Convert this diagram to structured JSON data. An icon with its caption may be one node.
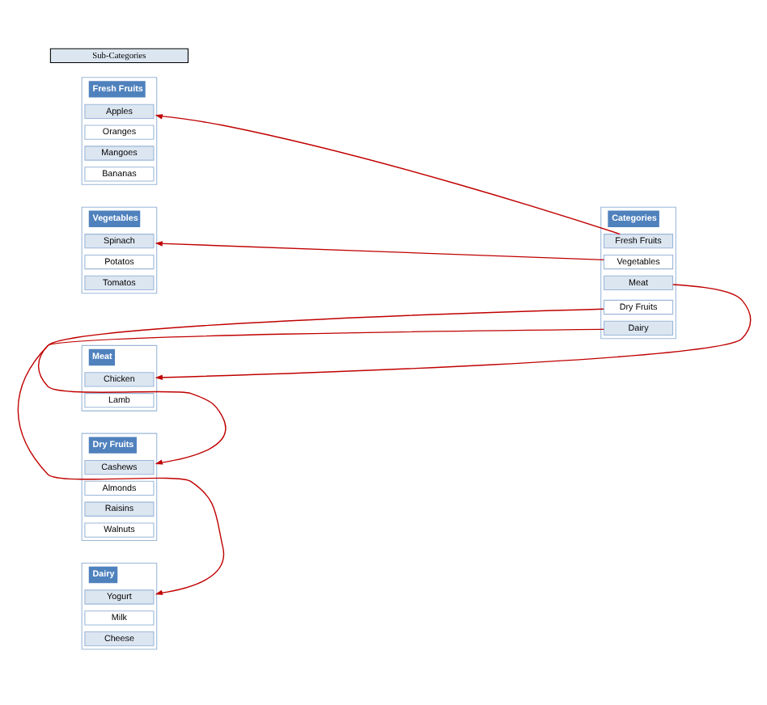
{
  "diagram": {
    "nodes": [
      {
        "text": [
          "Sub-Categories"
        ]
      },
      {
        "text": [
          "Categories"
        ]
      },
      {
        "text": [
          "Fresh Fruits"
        ],
        "in": 1
      },
      {
        "text": [
          "Vegetables"
        ],
        "in": 1
      },
      {
        "text": [
          "Meat"
        ],
        "in": 1
      },
      {
        "text": [
          "Dry Fruits"
        ],
        "in": 1
      },
      {
        "text": [
          "Dairy"
        ],
        "in": 1
      },
      {
        "text": [
          "Fresh Fruits"
        ]
      },
      {
        "text": [
          "Apples"
        ],
        "in": 7
      },
      {
        "text": [
          "Oranges"
        ],
        "in": 7
      },
      {
        "text": [
          "Mangoes"
        ],
        "in": 7
      },
      {
        "text": [
          "Bananas"
        ],
        "in": 7
      },
      {
        "text": [
          "Vegetables"
        ]
      },
      {
        "text": [
          "Spinach"
        ],
        "in": 12
      },
      {
        "text": [
          "Potatos"
        ],
        "in": 12
      },
      {
        "text": [
          "Tomatos"
        ],
        "in": 12
      },
      {
        "text": [
          "Meat"
        ]
      },
      {
        "text": [
          "Chicken"
        ],
        "in": 16
      },
      {
        "text": [
          "Lamb"
        ],
        "in": 16
      },
      {
        "text": [
          "Dry Fruits"
        ]
      },
      {
        "text": [
          "Cashews"
        ],
        "in": 19
      },
      {
        "text": [
          "Almonds"
        ],
        "in": 19
      },
      {
        "text": [
          "Raisins"
        ],
        "in": 19
      },
      {
        "text": [
          "Walnuts"
        ],
        "in": 19
      },
      {
        "text": [
          "Dairy"
        ]
      },
      {
        "text": [
          "Yogurt"
        ],
        "in": 24
      },
      {
        "text": [
          "Milk"
        ],
        "in": 24
      },
      {
        "text": [
          "Cheese"
        ],
        "in": 24
      }
    ],
    "edges": [
      {
        "from": 2,
        "to": 7,
        "arrow": "to"
      },
      {
        "from": 3,
        "to": 12,
        "arrow": "to"
      },
      {
        "from": 4,
        "to": 16,
        "arrow": "to"
      },
      {
        "from": 5,
        "to": 19,
        "arrow": "to"
      },
      {
        "from": 6,
        "to": 24,
        "arrow": "to"
      }
    ]
  }
}
